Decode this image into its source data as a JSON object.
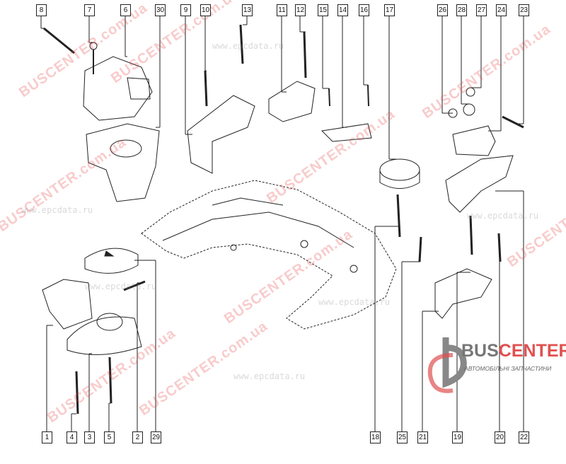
{
  "diagram": {
    "top_callouts": [
      "8",
      "7",
      "6",
      "30",
      "9",
      "10",
      "13",
      "11",
      "12",
      "15",
      "14",
      "16",
      "17",
      "26",
      "28",
      "27",
      "24",
      "23"
    ],
    "bottom_callouts": [
      "1",
      "4",
      "3",
      "5",
      "2",
      "29",
      "18",
      "25",
      "21",
      "19",
      "20",
      "22"
    ]
  },
  "watermarks": {
    "site": "BUSCENTER.com.ua",
    "epc": "www.epcdata.ru"
  },
  "logo": {
    "brand_part1": "BUS",
    "brand_part2": "CENTER",
    "tagline": "АВТОМОБІЛЬНІ ЗАПЧАСТИНИ"
  },
  "colors": {
    "watermark_red": "#e05050",
    "line": "#222222"
  }
}
